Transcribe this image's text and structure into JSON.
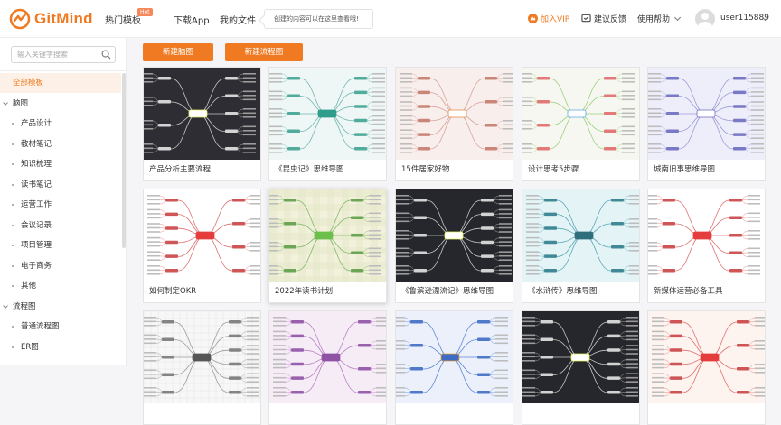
{
  "header": {
    "logo_text": "GitMind",
    "nav": [
      {
        "label": "热门模板",
        "badge": "Hot"
      },
      {
        "label": "下载App"
      },
      {
        "label": "我的文件"
      }
    ],
    "tooltip": "创建的内容可以在这里查看哦!",
    "vip_label": "加入VIP",
    "feedback_label": "建议反馈",
    "help_label": "使用帮助",
    "username": "user115889"
  },
  "sidebar": {
    "search_placeholder": "输入关键字搜索",
    "items": [
      {
        "label": "全部模板",
        "level": 0,
        "active": true
      },
      {
        "label": "脑图",
        "level": 0,
        "expandable": true
      },
      {
        "label": "产品设计",
        "level": 1
      },
      {
        "label": "教材笔记",
        "level": 1
      },
      {
        "label": "知识梳理",
        "level": 1
      },
      {
        "label": "读书笔记",
        "level": 1
      },
      {
        "label": "运营工作",
        "level": 1
      },
      {
        "label": "会议记录",
        "level": 1
      },
      {
        "label": "项目管理",
        "level": 1
      },
      {
        "label": "电子商务",
        "level": 1
      },
      {
        "label": "其他",
        "level": 1
      },
      {
        "label": "流程图",
        "level": 0,
        "expandable": true
      },
      {
        "label": "普通流程图",
        "level": 1
      },
      {
        "label": "ER图",
        "level": 1
      }
    ]
  },
  "toolbar": {
    "new_mindmap": "新建脑图",
    "new_flowchart": "新建流程图"
  },
  "templates": [
    {
      "title": "产品分析主要流程",
      "bg": "#2d2d33",
      "theme": "dark"
    },
    {
      "title": "《昆虫记》思维导图",
      "bg": "#eef7f5",
      "theme": "teal"
    },
    {
      "title": "15件居家好物",
      "bg": "#f8eeec",
      "theme": "pink"
    },
    {
      "title": "设计思考5步骤",
      "bg": "#f7f7f2",
      "theme": "colorful"
    },
    {
      "title": "城南旧事思维导图",
      "bg": "#eeeefb",
      "theme": "lavender"
    },
    {
      "title": "如何制定OKR",
      "bg": "#ffffff",
      "theme": "red"
    },
    {
      "title": "2022年读书计划",
      "bg": "#f2f1dc",
      "theme": "plaid"
    },
    {
      "title": "《鲁滨逊漂流记》思维导图",
      "bg": "#26272c",
      "theme": "dark"
    },
    {
      "title": "《水浒传》思维导图",
      "bg": "#e4f4f6",
      "theme": "cyan"
    },
    {
      "title": "新媒体运营必备工具",
      "bg": "#ffffff",
      "theme": "red"
    },
    {
      "title": "",
      "bg": "#f7f7f7",
      "theme": "grid"
    },
    {
      "title": "",
      "bg": "#f6ecf6",
      "theme": "pinkpurple"
    },
    {
      "title": "",
      "bg": "#ecf0fb",
      "theme": "blue"
    },
    {
      "title": "",
      "bg": "#26272c",
      "theme": "dark"
    },
    {
      "title": "",
      "bg": "#fdf3ef",
      "theme": "red"
    }
  ],
  "colors": {
    "accent": "#f07a22",
    "active_bg": "#fdf1e7"
  }
}
